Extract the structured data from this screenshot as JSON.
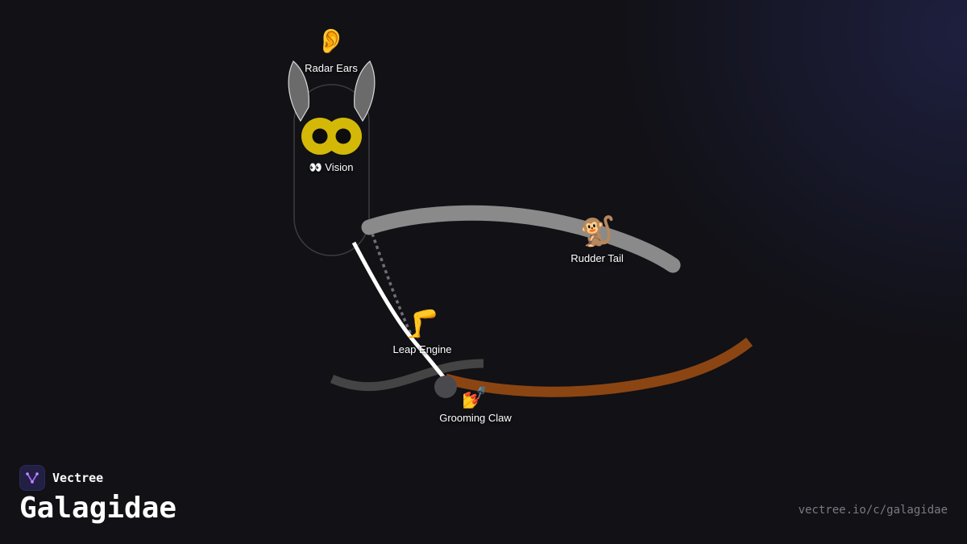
{
  "diagram": {
    "title": "Galagidae",
    "parts": [
      {
        "id": "ears",
        "label": "Radar Ears",
        "emoji": "👂"
      },
      {
        "id": "vision",
        "label": "👀 Vision"
      },
      {
        "id": "tail",
        "label": "Rudder Tail",
        "emoji": "🐒"
      },
      {
        "id": "leg",
        "label": "Leap Engine",
        "emoji": "🦵"
      },
      {
        "id": "claw",
        "label": "Grooming Claw",
        "emoji": "💅"
      }
    ]
  },
  "brand": {
    "name": "Vectree",
    "url": "vectree.io/c/galagidae"
  },
  "colors": {
    "background": "#111116",
    "eye": "#d4b808",
    "tail": "#8a8a8a",
    "leg": "#ffffff",
    "branch": "#8b4513",
    "twig": "#444444",
    "ear": "#6b6b6b"
  }
}
